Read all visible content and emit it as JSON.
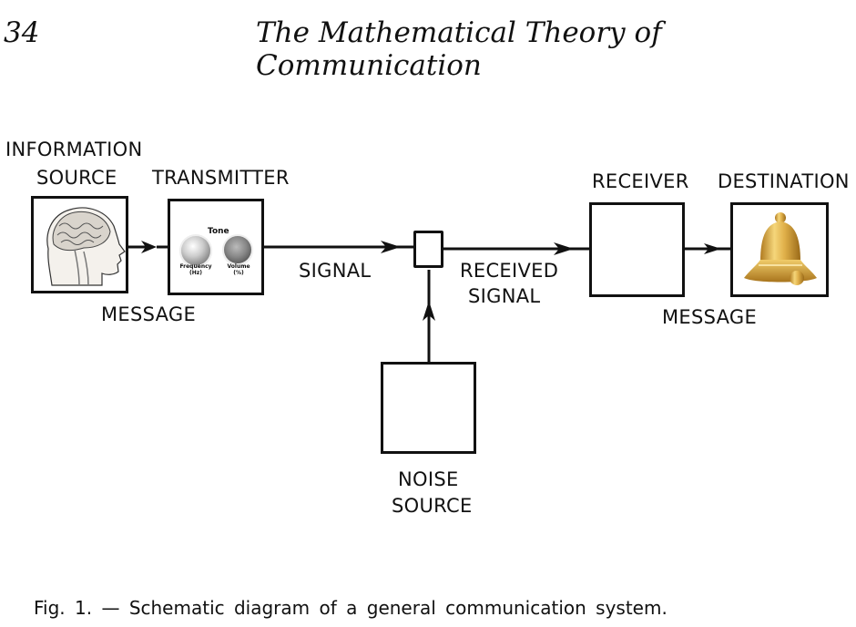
{
  "header": {
    "page_number": "34",
    "running_title": "The Mathematical Theory of Communication"
  },
  "diagram": {
    "nodes": {
      "information_source": {
        "label_line1": "INFORMATION",
        "label_line2": "SOURCE",
        "icon": "brain-head-icon"
      },
      "transmitter": {
        "label": "TRANSMITTER",
        "panel_title": "Tone",
        "knobs": [
          {
            "label": "Frequency",
            "unit": "(Hz)"
          },
          {
            "label": "Volume",
            "unit": "(%)"
          }
        ]
      },
      "noise_junction": {
        "label": ""
      },
      "noise_source": {
        "label_line1": "NOISE",
        "label_line2": "SOURCE"
      },
      "receiver": {
        "label": "RECEIVER"
      },
      "destination": {
        "label": "DESTINATION",
        "icon": "bell-icon"
      }
    },
    "edge_labels": {
      "message_left": "MESSAGE",
      "signal": "SIGNAL",
      "received_signal_line1": "RECEIVED",
      "received_signal_line2": "SIGNAL",
      "message_right": "MESSAGE"
    },
    "colors": {
      "ink": "#111111",
      "bell_gold": "#d9a93c"
    }
  },
  "caption": "Fig. 1. — Schematic diagram of a general communication system."
}
